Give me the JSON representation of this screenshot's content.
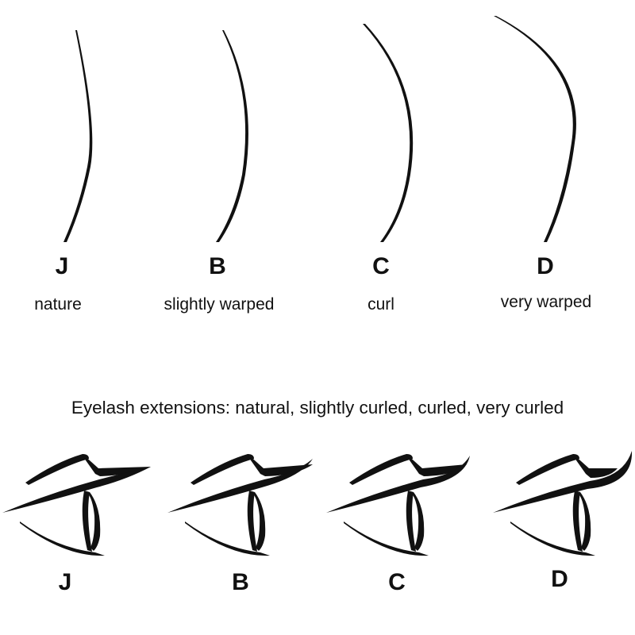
{
  "curl_types": [
    {
      "letter": "J",
      "description": "nature",
      "eye_letter": "J",
      "lash_shape": "straight-ish natural lash"
    },
    {
      "letter": "B",
      "description": "slightly warped",
      "eye_letter": "B",
      "lash_shape": "slightly curved lash"
    },
    {
      "letter": "C",
      "description": "curl",
      "eye_letter": "C",
      "lash_shape": "curled lash"
    },
    {
      "letter": "D",
      "description": "very warped",
      "eye_letter": "D",
      "lash_shape": "strongly curled lash"
    }
  ],
  "caption": "Eyelash extensions: natural, slightly curled, curled, very curled",
  "colors": {
    "ink": "#111111",
    "background": "#ffffff"
  }
}
